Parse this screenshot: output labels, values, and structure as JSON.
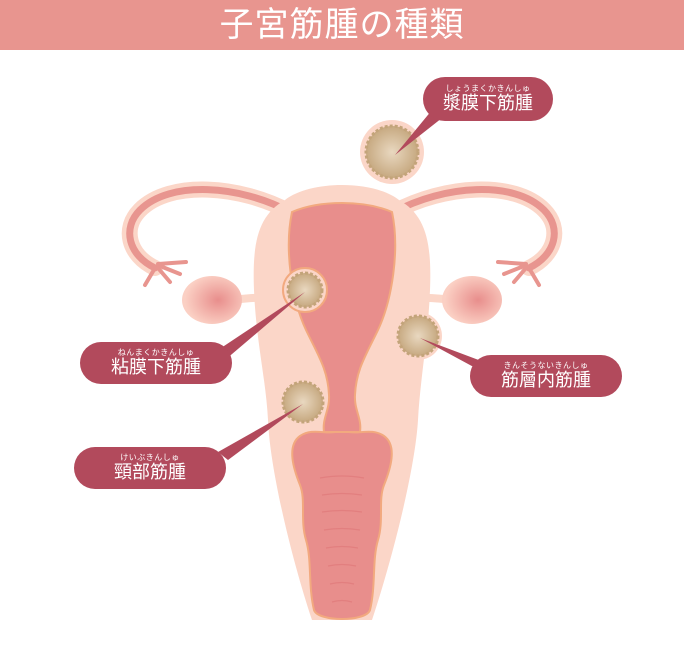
{
  "header": {
    "title": "子宮筋腫の種類"
  },
  "colors": {
    "header_bg": "#e8958f",
    "bubble_bg": "#b24a5c",
    "uterus_outer": "#fbd6c8",
    "uterus_inner": "#e88e8c",
    "uterus_edge": "#f2a97f",
    "fibroid": "#c9ad86"
  },
  "callouts": [
    {
      "id": "subserosal",
      "ruby": "しょうまくかきんしゅ",
      "label": "漿膜下筋腫"
    },
    {
      "id": "submucosal",
      "ruby": "ねんまくかきんしゅ",
      "label": "粘膜下筋腫"
    },
    {
      "id": "intramural",
      "ruby": "きんそうないきんしゅ",
      "label": "筋層内筋腫"
    },
    {
      "id": "cervical",
      "ruby": "けいぶきんしゅ",
      "label": "頸部筋腫"
    }
  ]
}
